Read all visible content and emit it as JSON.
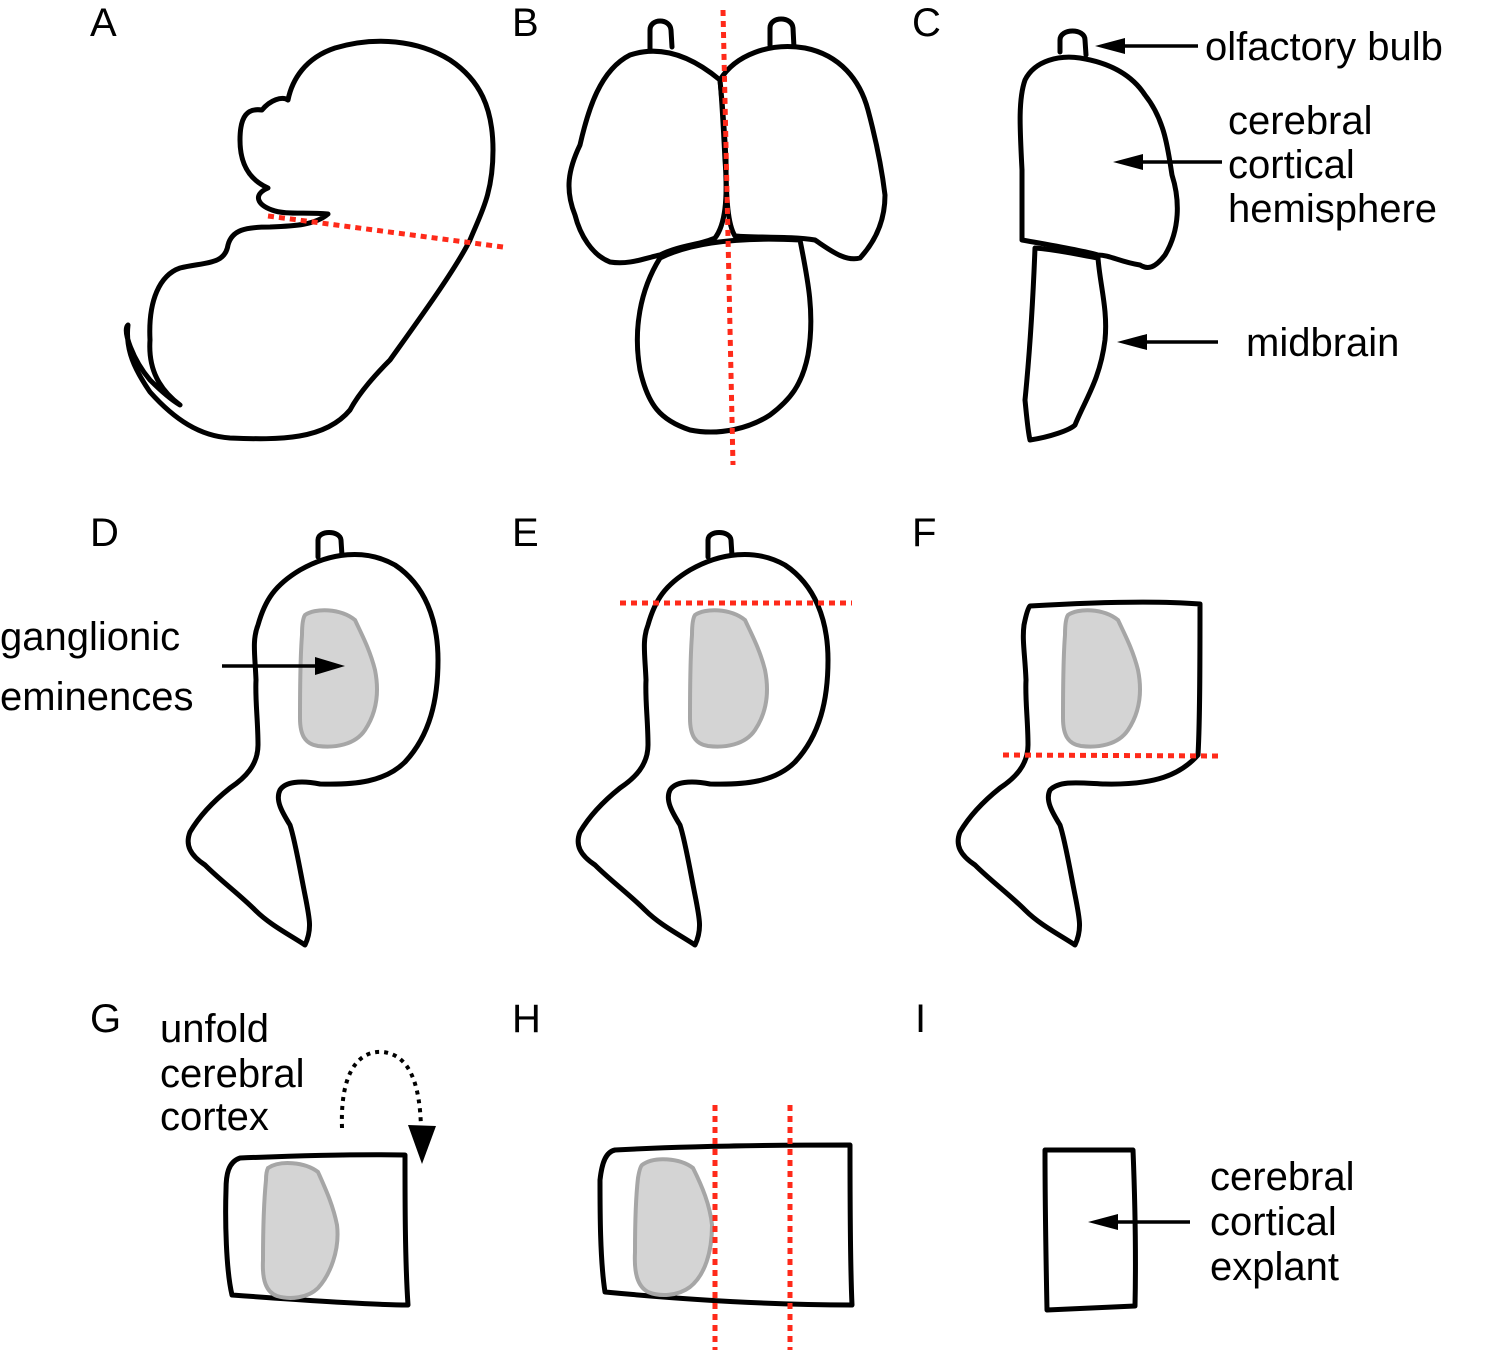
{
  "panels": [
    "A",
    "B",
    "C",
    "D",
    "E",
    "F",
    "G",
    "H",
    "I"
  ],
  "labels": {
    "olfactory_bulb": "olfactory bulb",
    "cortical_hemisphere": [
      "cerebral",
      "cortical",
      "hemisphere"
    ],
    "midbrain": "midbrain",
    "ganglionic_eminences": [
      "ganglionic",
      "eminences"
    ],
    "unfold": [
      "unfold",
      "cerebral",
      "cortex"
    ],
    "explant": [
      "cerebral",
      "cortical",
      "explant"
    ]
  },
  "colors": {
    "outline": "#000000",
    "cut_line": "#ff2a1a",
    "ganglionic_fill": "#d4d4d4",
    "ganglionic_stroke": "#a6a6a6"
  }
}
